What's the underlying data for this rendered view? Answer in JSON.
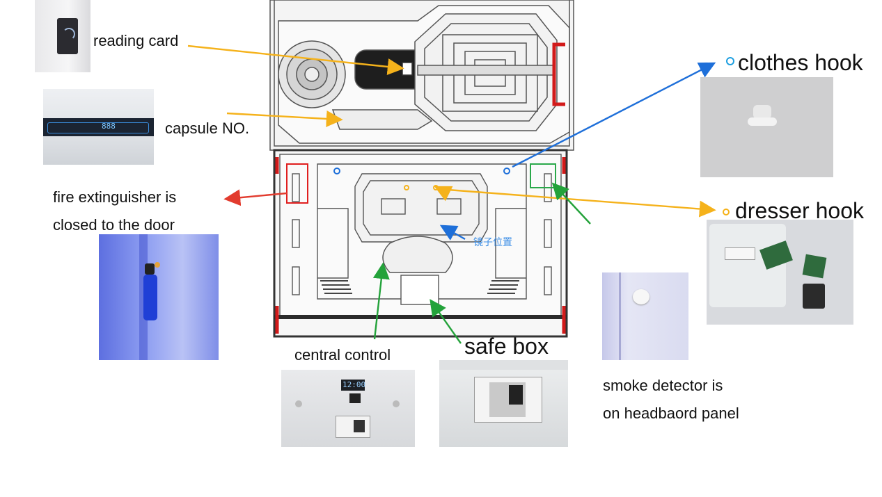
{
  "labels": {
    "reading_card": "reading card",
    "capsule_no": "capsule NO.",
    "fire_line1": "fire extinguisher is",
    "fire_line2": "closed to the door",
    "central_control": "central control",
    "safe_box": "safe box",
    "clothes_hook": "clothes hook",
    "dresser_hook": "dresser hook",
    "smoke_line1": "smoke detector is",
    "smoke_line2": "on headbaord panel",
    "mirror_position": "镜子位置"
  },
  "photos": {
    "capsule_display_digits": "888",
    "central_control_clock": "12:00"
  },
  "colors": {
    "yellow_arrow": "#f5b21b",
    "blue_arrow": "#1e6fd9",
    "green_arrow": "#23a23a",
    "red_arrow": "#e23b2e",
    "red_marker": "#e01e1e",
    "green_marker": "#2aa84a",
    "mirror_text": "#3c8ee6"
  }
}
